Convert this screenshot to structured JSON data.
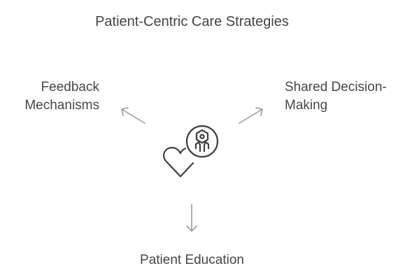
{
  "diagram": {
    "title": "Patient-Centric Care Strategies",
    "nodes": {
      "left": {
        "label_line1": "Feedback",
        "label_line2": "Mechanisms"
      },
      "right": {
        "label_line1": "Shared Decision-",
        "label_line2": "Making"
      },
      "bottom": {
        "label": "Patient Education"
      }
    },
    "center_icon": "heart-with-hands-icon",
    "colors": {
      "text": "#474747",
      "arrow": "#9a9a9a",
      "icon": "#3f3f3f"
    }
  }
}
